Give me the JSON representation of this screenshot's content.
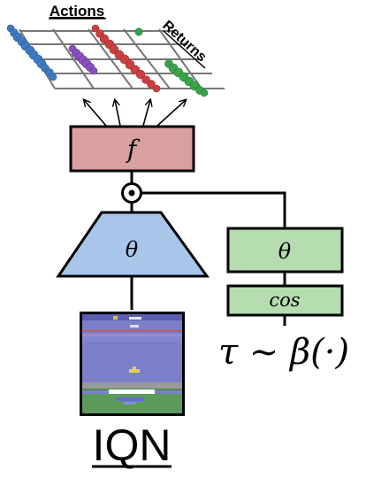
{
  "labels": {
    "actions": "Actions",
    "returns": "Returns",
    "f": "f",
    "theta_net": "θ",
    "theta_embed": "θ",
    "cos": "cos",
    "tau_formula": "τ ∼ β(·)",
    "model_name": "IQN"
  },
  "colors": {
    "f_box": "#d9a0a0",
    "theta_trap": "#a9c6ea",
    "embed_box": "#b5ddb0",
    "series": [
      "#3e79c1",
      "#8a4fc0",
      "#cc3f3f",
      "#3aa44a"
    ],
    "game_sky": "#7b7fc9",
    "game_top": "#c05a6a"
  },
  "icons": {
    "combine": "circled-dot-icon",
    "game": "atari-frame-icon"
  }
}
